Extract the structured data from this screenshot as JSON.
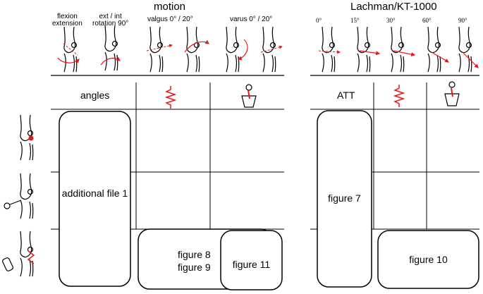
{
  "left": {
    "title": "motion",
    "motions": {
      "flexion_line1": "flexion",
      "flexion_line2": "extension",
      "rotation_line1": "ext / int",
      "rotation_line2": "rotation 90°",
      "valgus": "valgus 0° / 20°",
      "varus": "varus 0° / 20°"
    },
    "table_header": "angles",
    "additional_file": "additional file 1",
    "figure8": "figure 8",
    "figure9": "figure 9",
    "figure11": "figure 11"
  },
  "right": {
    "title": "Lachman/KT-1000",
    "angles": [
      "0°",
      "15°",
      "30°",
      "60°",
      "90°"
    ],
    "table_header": "ATT",
    "figure7": "figure 7",
    "figure10": "figure 10"
  },
  "colors": {
    "accent": "#e8161b",
    "line": "#000000"
  }
}
